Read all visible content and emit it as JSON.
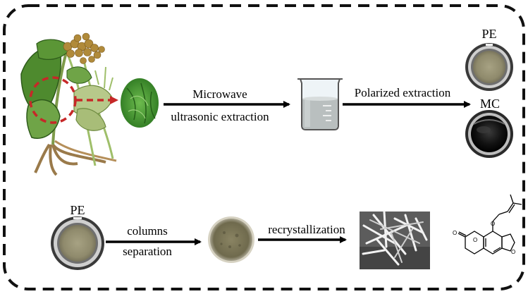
{
  "labels": {
    "step1_line1": "Microwave",
    "step1_line2": "ultrasonic extraction",
    "step2": "Polarized extraction",
    "fraction_pe_top": "PE",
    "fraction_mc": "MC",
    "fraction_pe_bottom": "PE",
    "step3_line1": "columns",
    "step3_line2": "separation",
    "step4": "recrystallization"
  },
  "colors": {
    "border": "#111111",
    "arrow": "#000000",
    "highlight": "#c62828",
    "leaf": "#3f8a2c",
    "flowers": "#b08a3a",
    "extract_residue": "#8f8a6c",
    "extract_dark": "#151515",
    "crystals": "#e4e4e4"
  },
  "icons": [
    "angelica-plant-illustration",
    "leaf-sample-icon",
    "beaker-icon",
    "petri-dish-icon",
    "crystal-photo",
    "molecule-structure-icon"
  ]
}
